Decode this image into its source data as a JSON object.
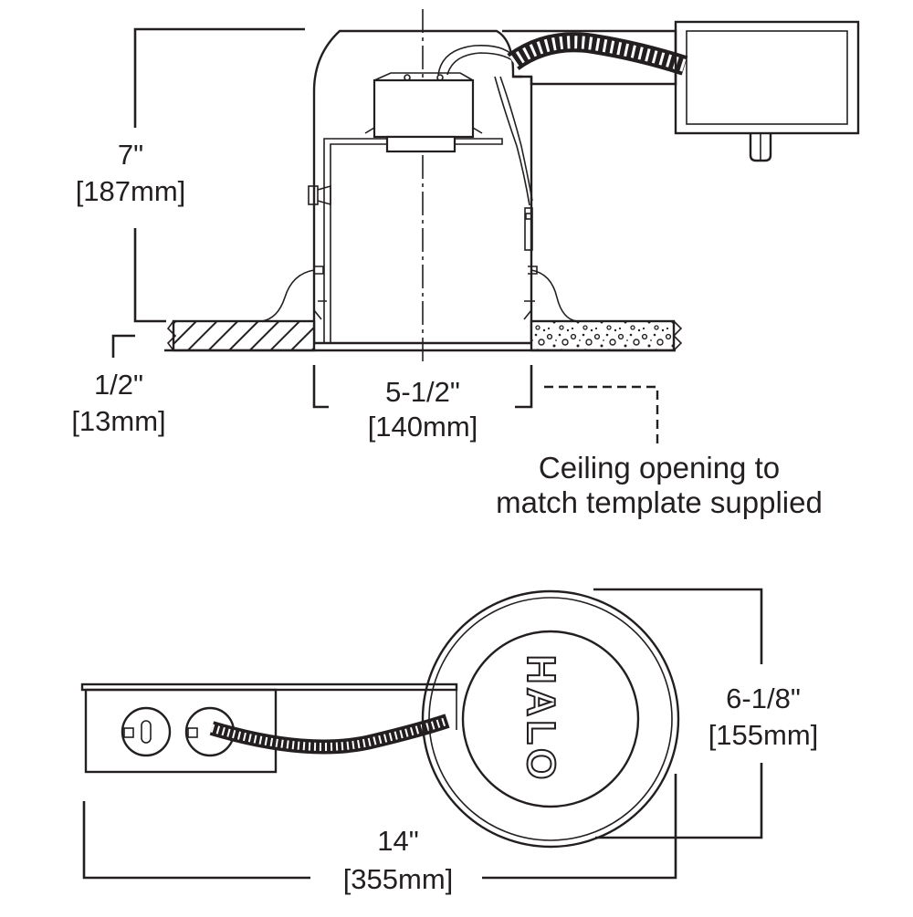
{
  "side_view": {
    "height": {
      "imperial": "7\"",
      "metric": "[187mm]"
    },
    "ceiling_thickness": {
      "imperial": "1/2\"",
      "metric": "[13mm]"
    },
    "opening_width": {
      "imperial": "5-1/2\"",
      "metric": "[140mm]"
    },
    "callout": {
      "line1": "Ceiling opening to",
      "line2": "match template supplied"
    }
  },
  "top_view": {
    "brand": "HALO",
    "diameter": {
      "imperial": "6-1/8\"",
      "metric": "[155mm]"
    },
    "length": {
      "imperial": "14\"",
      "metric": "[355mm]"
    }
  },
  "colors": {
    "line": "#231f20",
    "background": "#ffffff"
  }
}
